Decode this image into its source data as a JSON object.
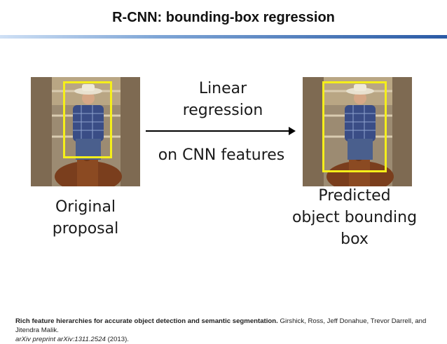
{
  "slide": {
    "title": "R-CNN: bounding-box regression"
  },
  "left_panel": {
    "caption_line1": "Original",
    "caption_line2": "proposal"
  },
  "center": {
    "top_line1": "Linear",
    "top_line2": "regression",
    "bottom_line": "on CNN features"
  },
  "right_panel": {
    "caption_line1": "Predicted",
    "caption_line2": "object bounding",
    "caption_line3": "box"
  },
  "citation": {
    "title": "Rich feature hierarchies for accurate object detection and semantic segmentation.",
    "authors": "Girshick, Ross, Jeff Donahue, Trevor Darrell, and Jitendra Malik.",
    "venue": "arXiv preprint arXiv:1311.2524",
    "year": "(2013)."
  },
  "colors": {
    "bbox": "#f5ef1a",
    "title_rule_dark": "#2a5aa5",
    "title_rule_light": "#cfe0f5"
  }
}
